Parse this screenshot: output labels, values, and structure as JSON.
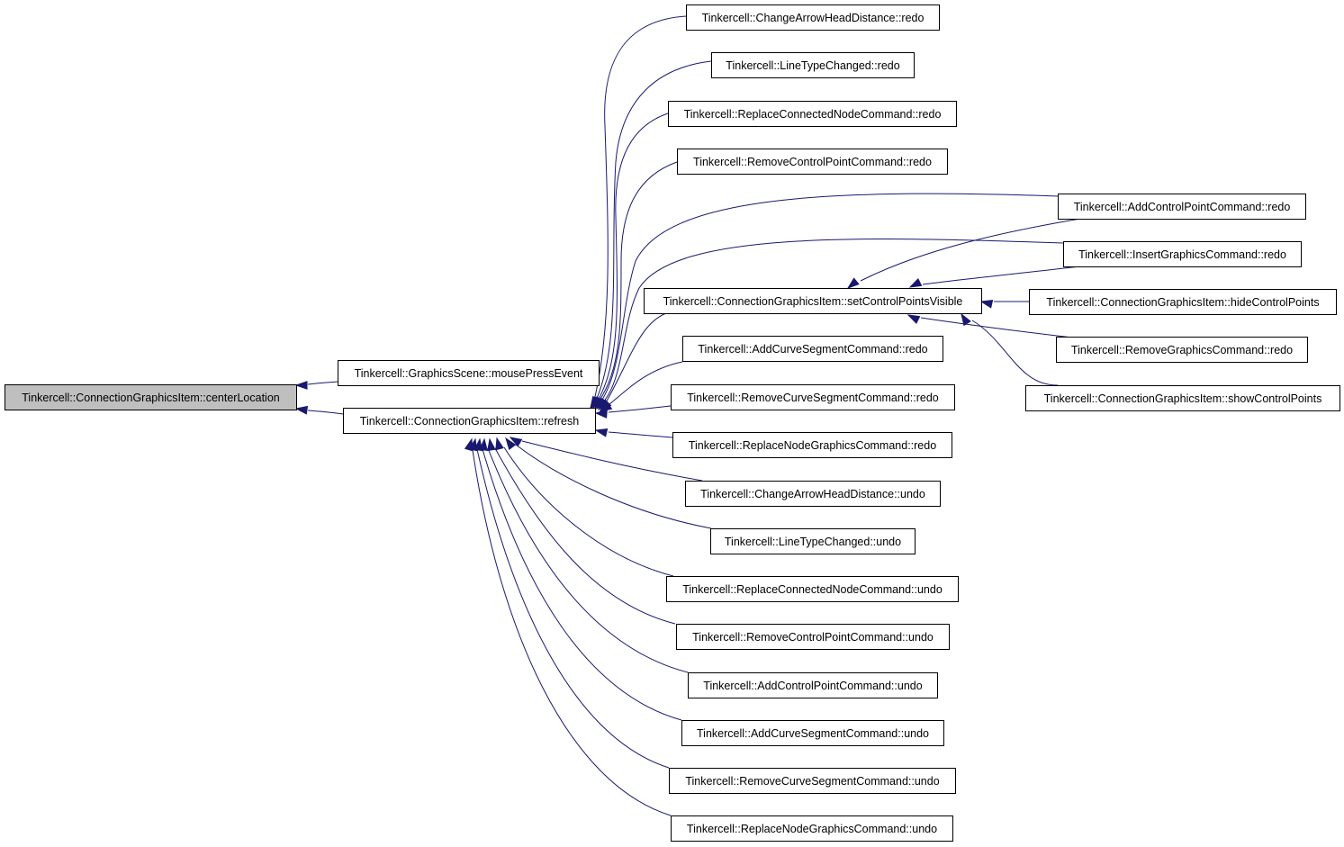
{
  "graph": {
    "colors": {
      "edge": "#191970",
      "root_fill": "#bfbfbf",
      "node_fill": "#ffffff",
      "border": "#000000"
    },
    "nodes": [
      {
        "id": "centerLocation",
        "label": "Tinkercell::ConnectionGraphicsItem::centerLocation",
        "root": true
      },
      {
        "id": "mousePress",
        "label": "Tinkercell::GraphicsScene::mousePressEvent"
      },
      {
        "id": "refresh",
        "label": "Tinkercell::ConnectionGraphicsItem::refresh"
      },
      {
        "id": "cahd_redo",
        "label": "Tinkercell::ChangeArrowHeadDistance::redo"
      },
      {
        "id": "ltc_redo",
        "label": "Tinkercell::LineTypeChanged::redo"
      },
      {
        "id": "rcnc_redo",
        "label": "Tinkercell::ReplaceConnectedNodeCommand::redo"
      },
      {
        "id": "rcpc_redo",
        "label": "Tinkercell::RemoveControlPointCommand::redo"
      },
      {
        "id": "acpc_redo",
        "label": "Tinkercell::AddControlPointCommand::redo"
      },
      {
        "id": "igc_redo",
        "label": "Tinkercell::InsertGraphicsCommand::redo"
      },
      {
        "id": "setcpv",
        "label": "Tinkercell::ConnectionGraphicsItem::setControlPointsVisible"
      },
      {
        "id": "hidecp",
        "label": "Tinkercell::ConnectionGraphicsItem::hideControlPoints"
      },
      {
        "id": "rgc_redo",
        "label": "Tinkercell::RemoveGraphicsCommand::redo"
      },
      {
        "id": "showcp",
        "label": "Tinkercell::ConnectionGraphicsItem::showControlPoints"
      },
      {
        "id": "acsc_redo",
        "label": "Tinkercell::AddCurveSegmentCommand::redo"
      },
      {
        "id": "rcsc_redo",
        "label": "Tinkercell::RemoveCurveSegmentCommand::redo"
      },
      {
        "id": "rngc_redo",
        "label": "Tinkercell::ReplaceNodeGraphicsCommand::redo"
      },
      {
        "id": "cahd_undo",
        "label": "Tinkercell::ChangeArrowHeadDistance::undo"
      },
      {
        "id": "ltc_undo",
        "label": "Tinkercell::LineTypeChanged::undo"
      },
      {
        "id": "rcnc_undo",
        "label": "Tinkercell::ReplaceConnectedNodeCommand::undo"
      },
      {
        "id": "rcpc_undo",
        "label": "Tinkercell::RemoveControlPointCommand::undo"
      },
      {
        "id": "acpc_undo",
        "label": "Tinkercell::AddControlPointCommand::undo"
      },
      {
        "id": "acsc_undo",
        "label": "Tinkercell::AddCurveSegmentCommand::undo"
      },
      {
        "id": "rcsc_undo",
        "label": "Tinkercell::RemoveCurveSegmentCommand::undo"
      },
      {
        "id": "rngc_undo",
        "label": "Tinkercell::ReplaceNodeGraphicsCommand::undo"
      }
    ],
    "edges": [
      {
        "from": "mousePress",
        "to": "centerLocation"
      },
      {
        "from": "refresh",
        "to": "centerLocation"
      },
      {
        "from": "cahd_redo",
        "to": "refresh"
      },
      {
        "from": "ltc_redo",
        "to": "refresh"
      },
      {
        "from": "rcnc_redo",
        "to": "refresh"
      },
      {
        "from": "rcpc_redo",
        "to": "refresh"
      },
      {
        "from": "acpc_redo",
        "to": "refresh"
      },
      {
        "from": "igc_redo",
        "to": "refresh"
      },
      {
        "from": "setcpv",
        "to": "refresh"
      },
      {
        "from": "acsc_redo",
        "to": "refresh"
      },
      {
        "from": "rcsc_redo",
        "to": "refresh"
      },
      {
        "from": "rngc_redo",
        "to": "refresh"
      },
      {
        "from": "cahd_undo",
        "to": "refresh"
      },
      {
        "from": "ltc_undo",
        "to": "refresh"
      },
      {
        "from": "rcnc_undo",
        "to": "refresh"
      },
      {
        "from": "rcpc_undo",
        "to": "refresh"
      },
      {
        "from": "acpc_undo",
        "to": "refresh"
      },
      {
        "from": "acsc_undo",
        "to": "refresh"
      },
      {
        "from": "rcsc_undo",
        "to": "refresh"
      },
      {
        "from": "rngc_undo",
        "to": "refresh"
      },
      {
        "from": "acpc_redo",
        "to": "setcpv"
      },
      {
        "from": "igc_redo",
        "to": "setcpv"
      },
      {
        "from": "hidecp",
        "to": "setcpv"
      },
      {
        "from": "rgc_redo",
        "to": "setcpv"
      },
      {
        "from": "showcp",
        "to": "setcpv"
      }
    ]
  }
}
